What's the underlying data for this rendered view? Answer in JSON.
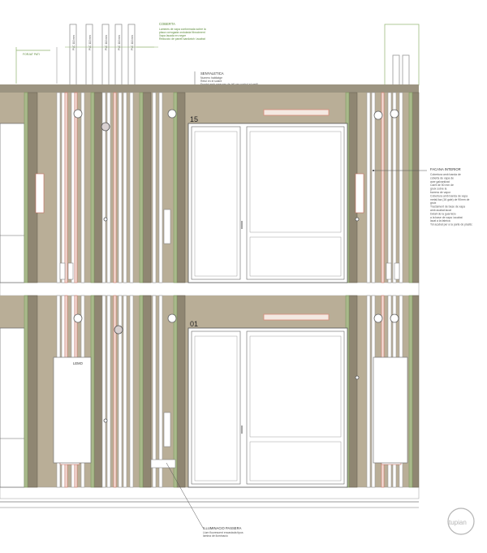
{
  "drawing": {
    "floor_labels": {
      "upper": "15",
      "lower": "01"
    },
    "box_label": "LEMO",
    "annotations": {
      "left_small": {
        "title": "FORJAT PATI"
      },
      "cobertura": {
        "title": "COBERTA",
        "lines": [
          "Lamines de xapa conformada sobre la",
          "placa corrugada ondulada fibrociment",
          "Xapa lacada en negre",
          "Reduccio de panell sandwich i acabat"
        ]
      },
      "senyaletica": {
        "title": "SENYALETICA",
        "lines": [
          "Numero habitatge",
          "Retol en el sostre",
          "Frontal amb mesures de tall per control el perfil"
        ]
      },
      "facana": {
        "title": "FACANA INTERIOR",
        "lines": [
          "Cobertura amb banda de",
          "coberta de xapa de",
          "acer galvanitzat",
          "Carril de 50 mm de",
          "gruix sobre la",
          "barrera de vapor",
          "Cobertura amb banda de xapa",
          "metal.lica (16 gale) de 90mm de",
          "gruix",
          "Tractament de base de xapa",
          "amb acabat lacat",
          "Detall de la guarnicio",
          "a la base de xapa i acabat",
          "lacat a la fabrica",
          "Tot acabat per a la parte de plastic"
        ]
      },
      "lluminacio": {
        "title": "ILLUMINACIO PASSERA",
        "lines": [
          "Llum fluorescent encastada tipus",
          "lamina de iluminacio"
        ]
      }
    },
    "riser_labels": [
      "PVC 110 mm",
      "PVC 110 mm",
      "PVC 110 mm",
      "PVC 110 mm",
      "PVC 110 mm"
    ],
    "watermark": "tupian"
  }
}
